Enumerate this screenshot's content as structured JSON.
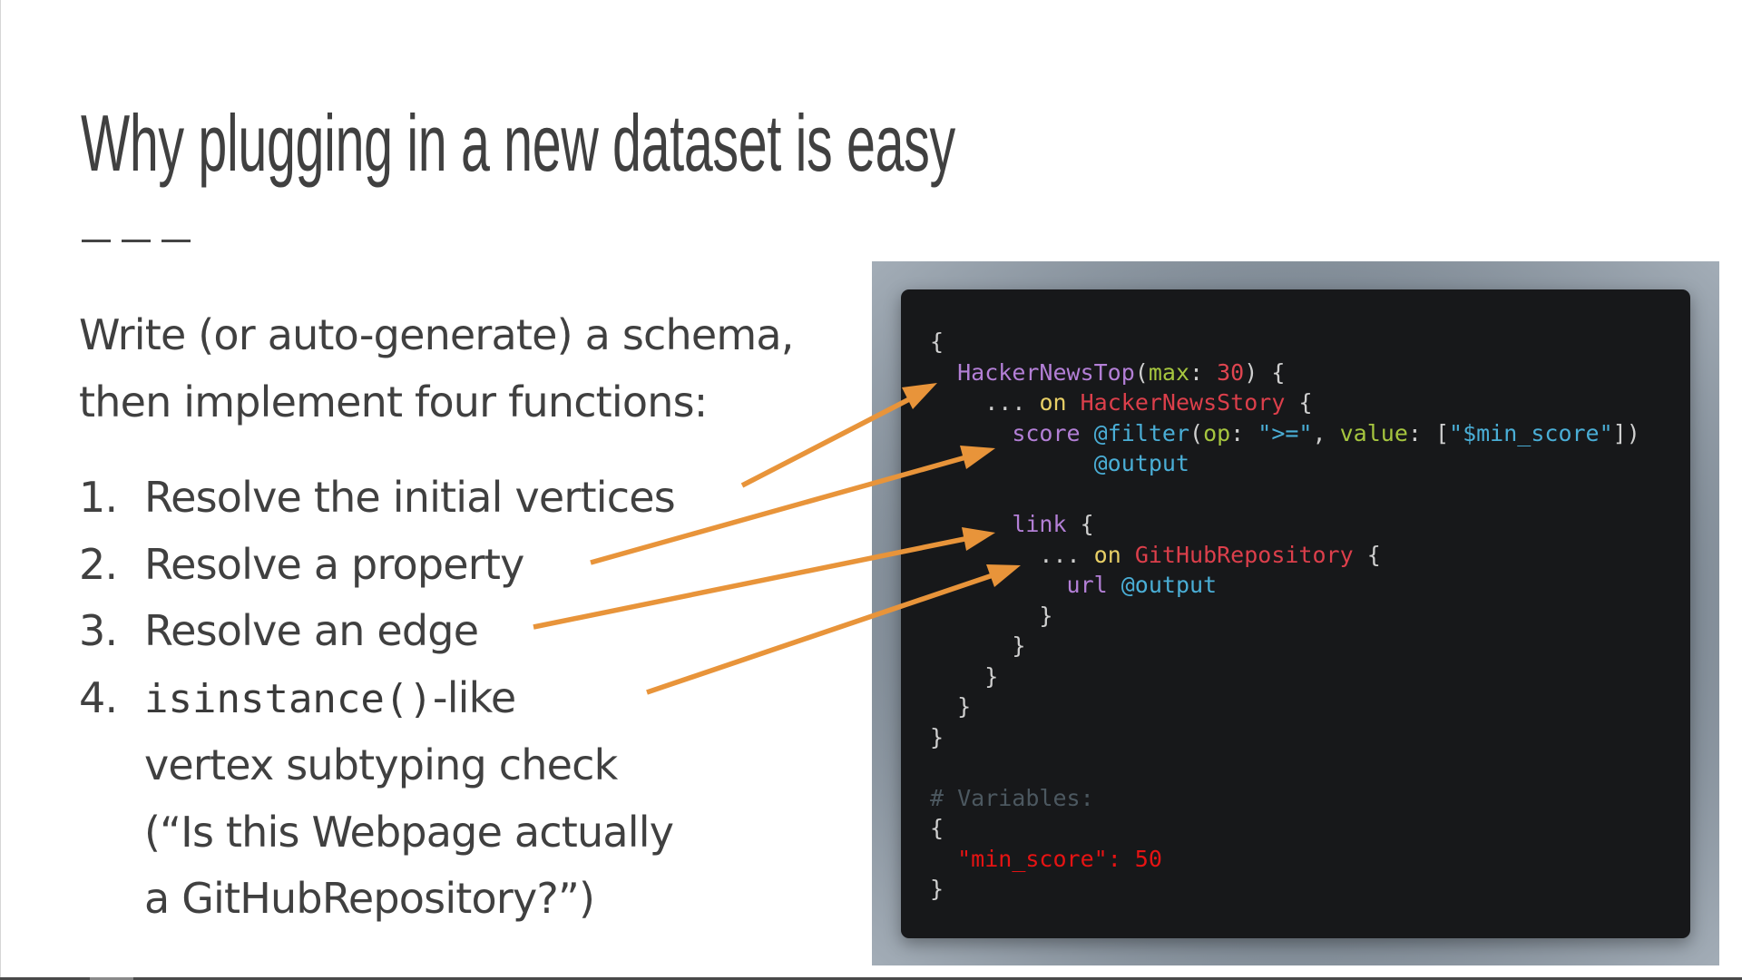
{
  "slide": {
    "title": "Why plugging in a new dataset is easy",
    "intro_lines": [
      "Write (or auto-generate) a schema,",
      "then implement four functions:"
    ],
    "list": [
      {
        "num": "1.",
        "text": "Resolve the initial vertices"
      },
      {
        "num": "2.",
        "text": "Resolve a property"
      },
      {
        "num": "3.",
        "text": "Resolve an edge"
      },
      {
        "num": "4.",
        "code": "isinstance()",
        "text": "-like",
        "continuation": [
          "vertex subtyping check",
          "(“Is this Webpage actually",
          "a GitHubRepository?”)"
        ]
      }
    ]
  },
  "code": {
    "query": {
      "root_field": "HackerNewsTop",
      "root_arg_name": "max",
      "root_arg_value": "30",
      "fragment_keyword": "on",
      "fragment_type": "HackerNewsStory",
      "score_field": "score",
      "filter_directive": "@filter",
      "filter_op_name": "op",
      "filter_op_value": "\">=\"",
      "filter_value_name": "value",
      "filter_value": "\"$min_score\"",
      "output_directive": "@output",
      "edge_field": "link",
      "edge_fragment_type": "GitHubRepository",
      "url_field": "url"
    },
    "variables_comment": "# Variables:",
    "variables": {
      "key": "\"min_score\"",
      "value": "50"
    }
  },
  "colors": {
    "arrow": "#e8943a",
    "code_background": "#17181a",
    "text": "#404040"
  },
  "arrows": [
    {
      "from": "list-item-1",
      "to": "HackerNewsTop"
    },
    {
      "from": "list-item-2",
      "to": "score"
    },
    {
      "from": "list-item-3",
      "to": "link"
    },
    {
      "from": "list-item-4",
      "to": "... on GitHubRepository"
    }
  ]
}
